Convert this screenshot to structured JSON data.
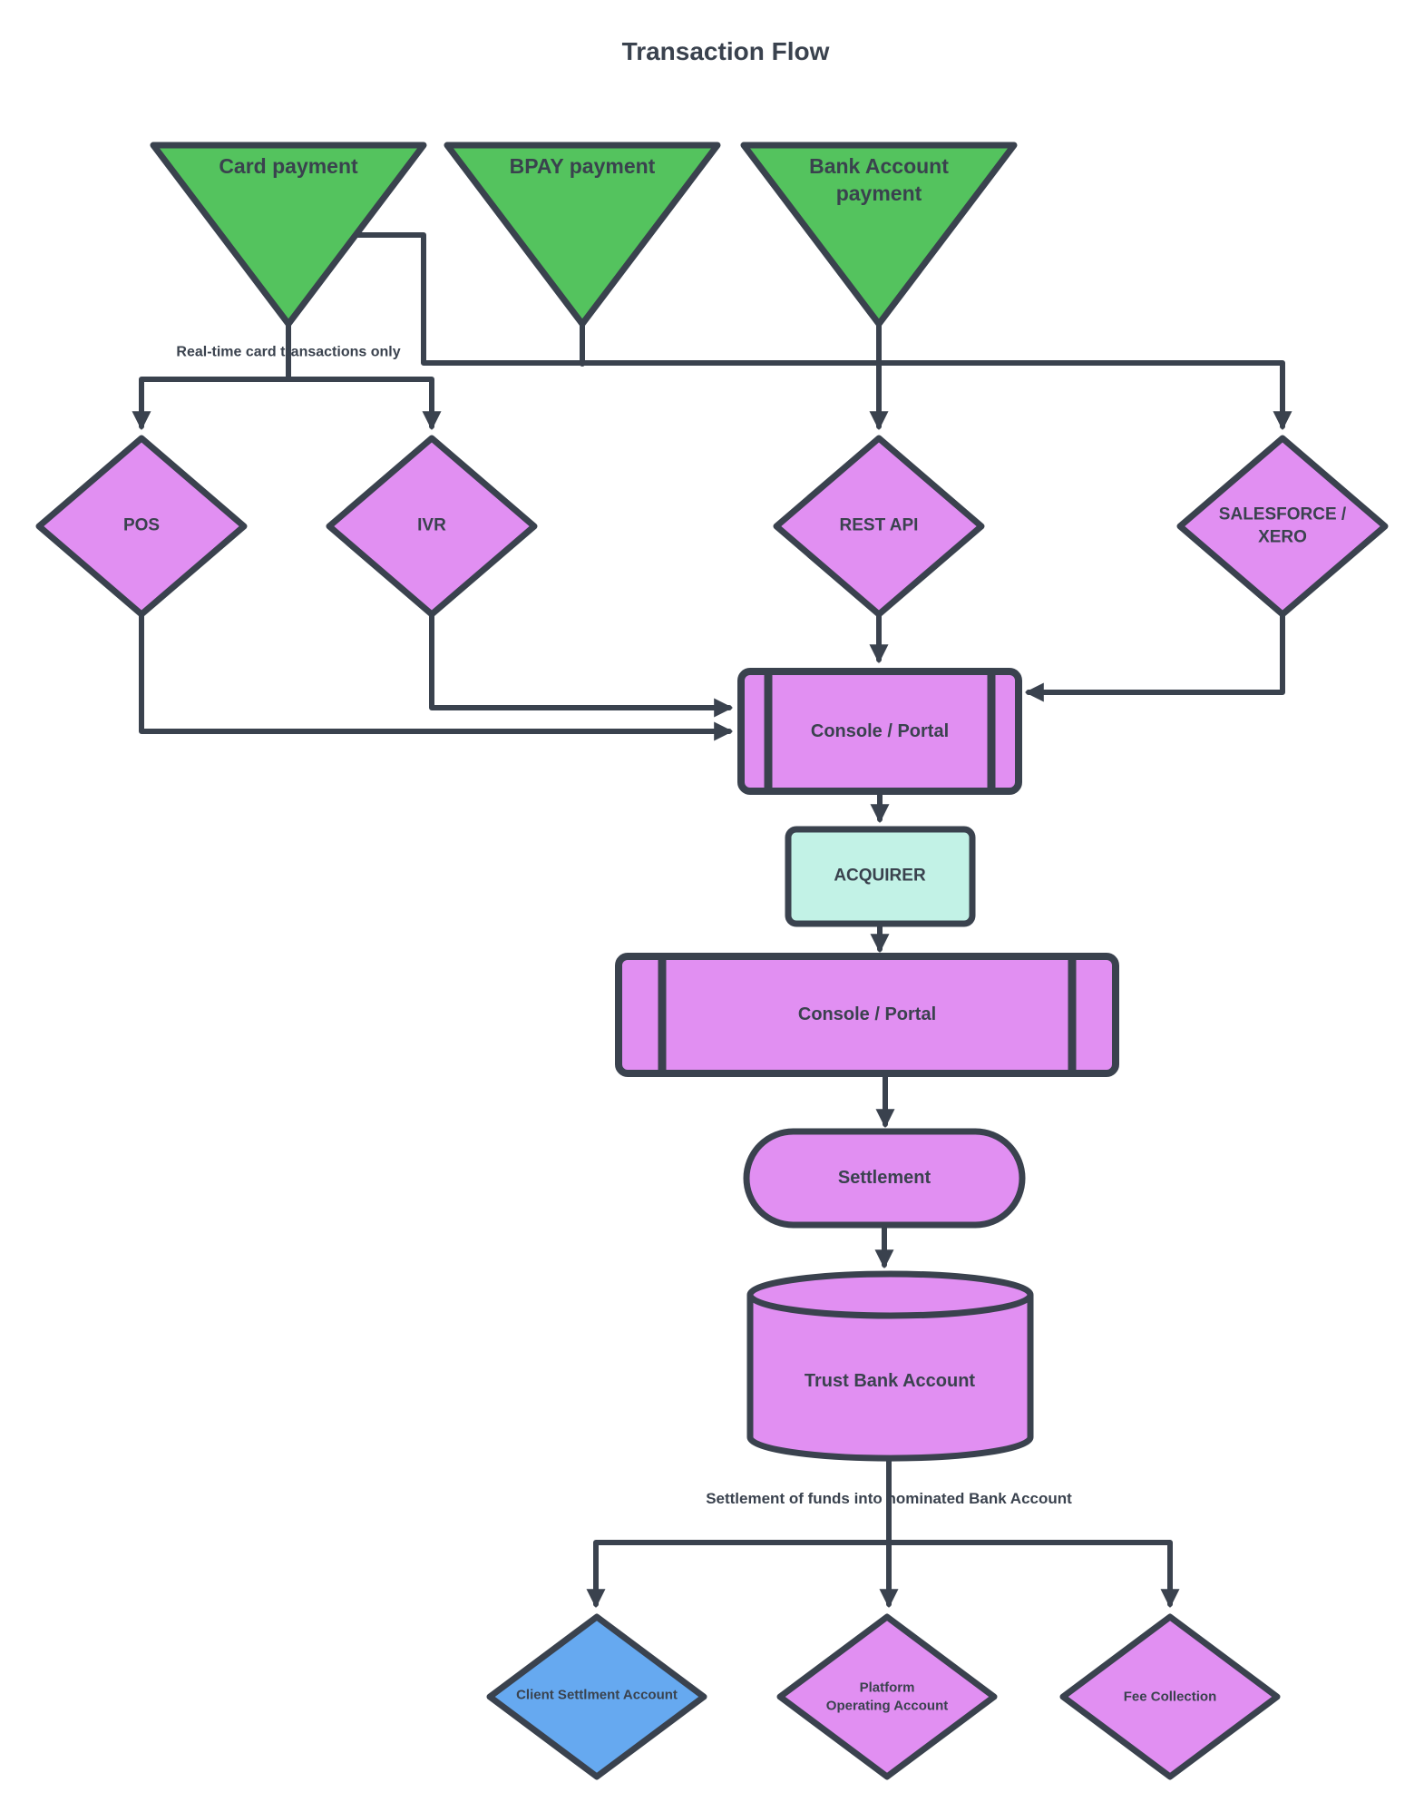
{
  "title": "Transaction Flow",
  "colors": {
    "green": "#54c35e",
    "purple": "#e18ff2",
    "blue": "#66a9f0",
    "cyan": "#c2f2e6",
    "line": "#3a424e"
  },
  "nodes": {
    "card_payment": {
      "label": "Card payment"
    },
    "bpay_payment": {
      "label": "BPAY payment"
    },
    "bank_account_payment": {
      "label": "Bank Account\npayment"
    },
    "pos": {
      "label": "POS"
    },
    "ivr": {
      "label": "IVR"
    },
    "rest_api": {
      "label": "REST API"
    },
    "salesforce_xero": {
      "label": "SALESFORCE /\nXERO"
    },
    "console_portal_1": {
      "label": "Console / Portal"
    },
    "acquirer": {
      "label": "ACQUIRER"
    },
    "console_portal_2": {
      "label": "Console / Portal"
    },
    "settlement": {
      "label": "Settlement"
    },
    "trust_bank_account": {
      "label": "Trust Bank Account"
    },
    "client_settlement_account": {
      "label": "Client Settlment Account"
    },
    "platform_operating_account": {
      "label": "Platform\nOperating Account"
    },
    "fee_collection": {
      "label": "Fee Collection"
    }
  },
  "edge_labels": {
    "realtime": "Real-time card transactions only",
    "settlement_funds": "Settlement of funds into nominated Bank Account"
  }
}
